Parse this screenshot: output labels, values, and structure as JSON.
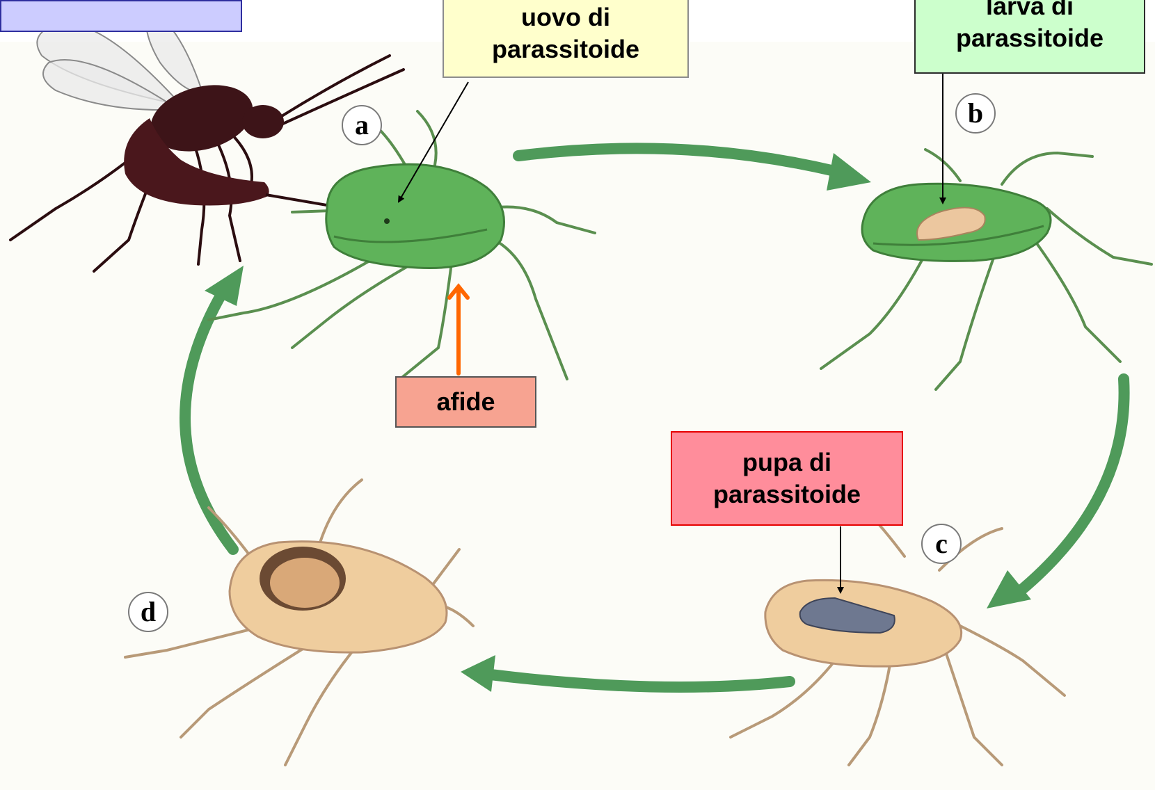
{
  "labels": {
    "egg": [
      "uovo di",
      "parassitoide"
    ],
    "larva": [
      "larva di",
      "parassitoide"
    ],
    "aphid": "afide",
    "pupa": [
      "pupa di",
      "parassitoide"
    ]
  },
  "stages": {
    "a": "a",
    "b": "b",
    "c": "c",
    "d": "d"
  },
  "colors": {
    "cycle_arrow": "#4f9a5a",
    "aphid_green": "#5fb35a",
    "mummy_beige": "#efcd9e",
    "wasp_body": "#3d1418",
    "egg_box": "#ffffcc",
    "larva_box": "#ccffcc",
    "aphid_box": "#f7a391",
    "pupa_box": "#ff8d9b",
    "aphid_pointer": "#ff6600"
  }
}
